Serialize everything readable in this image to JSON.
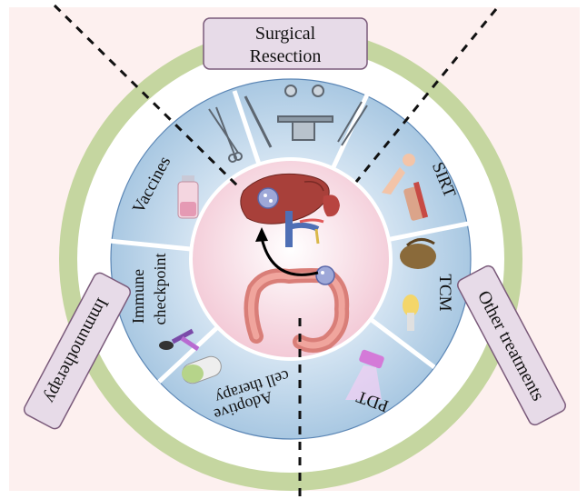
{
  "labels": {
    "surgical": [
      "Surgical",
      "Resection"
    ],
    "immunotherapy": "Immunotherapy",
    "other": "Other treatments",
    "vaccines": "Vaccines",
    "immune": [
      "Immune",
      "checkpoint"
    ],
    "adoptive": [
      "Adoptive",
      "cell therapy"
    ],
    "pdt": "PDT",
    "tcm": "TCM",
    "sirt": "SIRT"
  },
  "colors": {
    "background": "#fdf0ef",
    "outer_ring": "#c5d6a0",
    "segment": "#bcd4e8",
    "center": "#f6dbe3",
    "label_box": "#e7dbe8",
    "label_border": "#7a5a7a"
  }
}
